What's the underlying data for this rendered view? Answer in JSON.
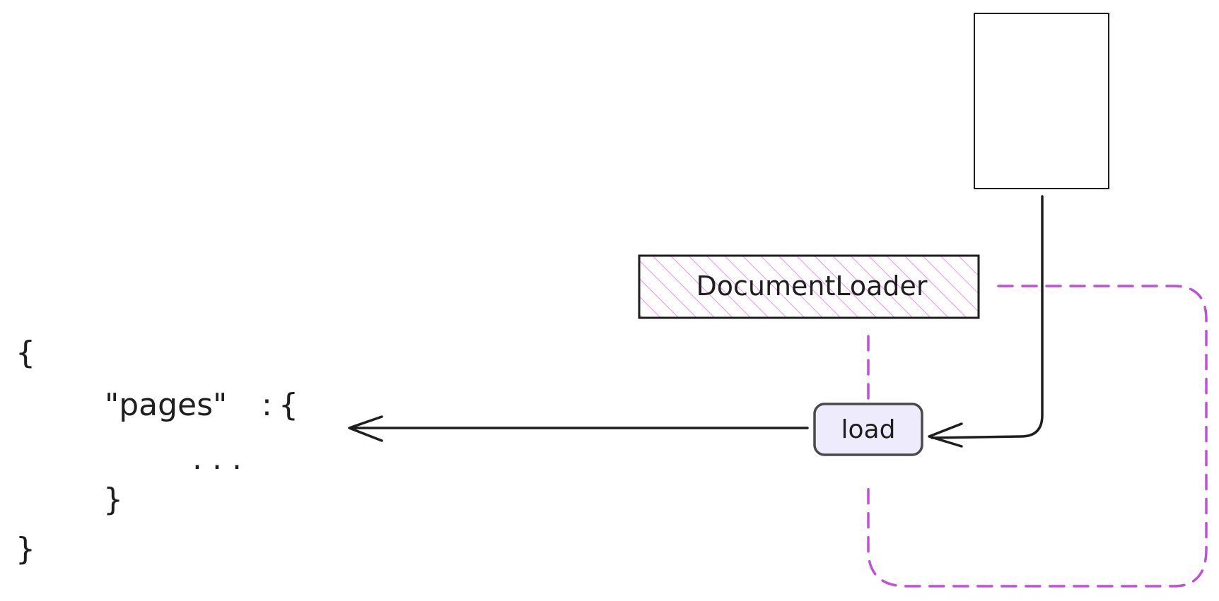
{
  "canvas": {
    "background": "#ffffff"
  },
  "document_box": {
    "label": "",
    "fill": "#ffffff",
    "stroke": "#1e1e1e"
  },
  "document_loader": {
    "label": "DocumentLoader",
    "hatch_color": "#f08ff0",
    "stroke": "#1e1e1e"
  },
  "load_method": {
    "label": "load",
    "fill": "#eeecfc",
    "stroke": "#4a4a4a"
  },
  "connector": {
    "dashed_color": "#c14fd9",
    "arrow_color": "#1e1e1e"
  },
  "json_output": {
    "open_brace": "{",
    "pages_key": "\"pages\"",
    "colon": ":",
    "inner_open_brace": "{",
    "ellipsis": ". . .",
    "inner_close_brace": "}",
    "close_brace": "}"
  }
}
